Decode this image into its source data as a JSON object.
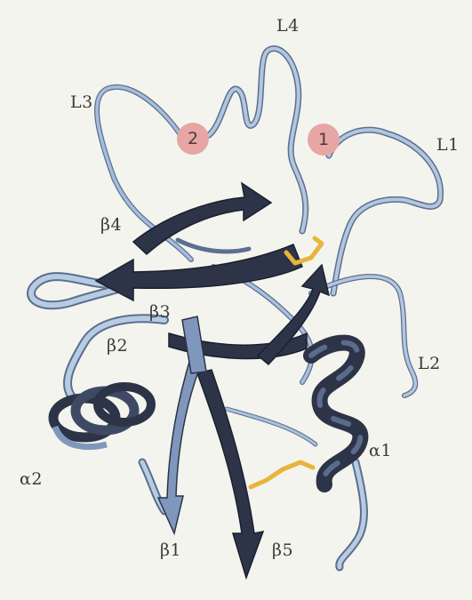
{
  "labels": {
    "L4": "L4",
    "L3": "L3",
    "L1": "L1",
    "L2": "L2",
    "beta4": "β4",
    "beta3": "β3",
    "beta2": "β2",
    "beta1": "β1",
    "beta5": "β5",
    "alpha1": "α1",
    "alpha2": "α2"
  },
  "sites": {
    "site1": "1",
    "site2": "2"
  },
  "colors": {
    "background": "#f4f4ee",
    "strand": "#2d3447",
    "coil": "#9fb8d9",
    "coil_edge": "#5b6f8e",
    "disulfide": "#e8b43a",
    "site_marker": "#e7a6a3"
  }
}
